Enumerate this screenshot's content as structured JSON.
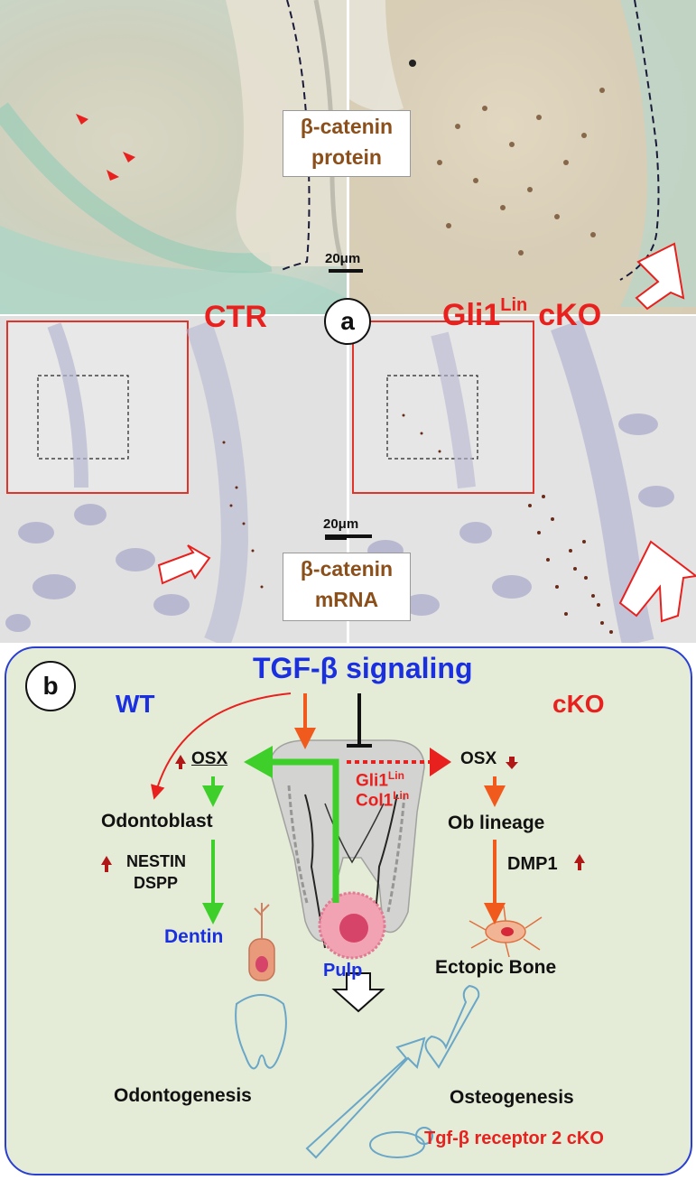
{
  "panel_a": {
    "label": "a",
    "protein_label_line1": "β-catenin",
    "protein_label_line2": "protein",
    "mrna_label_line1": "β-catenin",
    "mrna_label_line2": "mRNA",
    "scale_top": "20μm",
    "scale_bottom": "20μm",
    "ctr_label": "CTR",
    "cko_label_main": "Gli1",
    "cko_label_sup": "Lin",
    "cko_label_tail": "cKO"
  },
  "panel_b": {
    "label": "b",
    "title": "TGF-β signaling",
    "wt": "WT",
    "cko": "cKO",
    "osx_left": "OSX",
    "osx_right": "OSX",
    "gli1": "Gli1",
    "col1": "Col1",
    "lin_sup": "Lin",
    "odontoblast": "Odontoblast",
    "nestin": "NESTIN",
    "dspp": "DSPP",
    "dentin": "Dentin",
    "pulp": "Pulp",
    "ob_lineage": "Ob lineage",
    "dmp1": "DMP1",
    "ectopic_bone": "Ectopic Bone",
    "odontogenesis": "Odontogenesis",
    "osteogenesis": "Osteogenesis",
    "receptor_cko": "Tgf-β receptor 2 cKO"
  },
  "colors": {
    "red": "#e8201e",
    "green": "#3ecf2a",
    "blue": "#1a2fe0",
    "brown": "#8a4f1a",
    "orange": "#f05a1c"
  }
}
